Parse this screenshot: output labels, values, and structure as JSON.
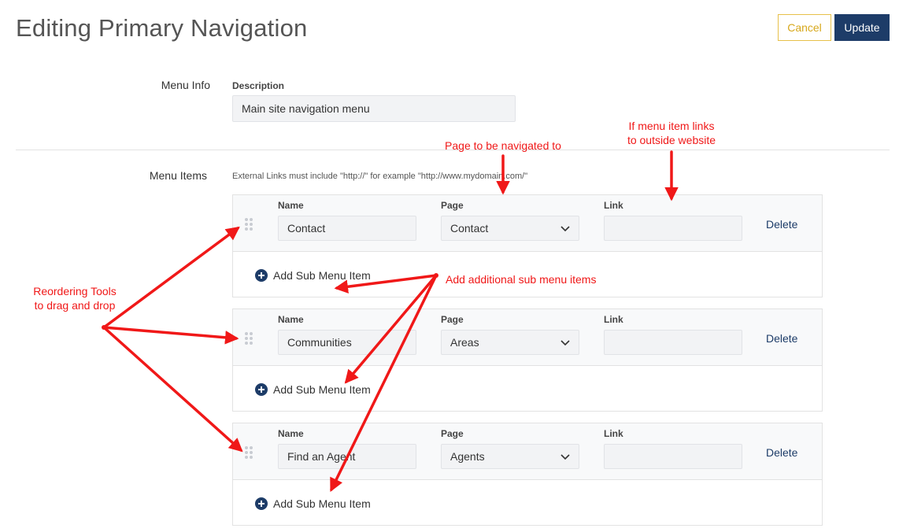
{
  "header": {
    "title": "Editing Primary Navigation",
    "cancel_label": "Cancel",
    "update_label": "Update"
  },
  "menu_info": {
    "section_label": "Menu Info",
    "description_label": "Description",
    "description_value": "Main site navigation menu"
  },
  "menu_items": {
    "section_label": "Menu Items",
    "hint": "External Links must include \"http://\" for example \"http://www.mydomain.com/\"",
    "name_label": "Name",
    "page_label": "Page",
    "link_label": "Link",
    "delete_label": "Delete",
    "add_sub_label": "Add Sub Menu Item",
    "items": [
      {
        "name": "Contact",
        "page": "Contact",
        "link": ""
      },
      {
        "name": "Communities",
        "page": "Areas",
        "link": ""
      },
      {
        "name": "Find an Agent",
        "page": "Agents",
        "link": ""
      }
    ]
  },
  "annotations": {
    "page_note": "Page to be navigated to",
    "link_note_line1": "If menu item links",
    "link_note_line2": "to outside website",
    "reorder_note_line1": "Reordering Tools",
    "reorder_note_line2": "to drag and drop",
    "sub_note": "Add additional sub menu items"
  },
  "colors": {
    "primary": "#1d3c68",
    "cancel_accent": "#d7a81c",
    "annotation": "#f01818"
  }
}
